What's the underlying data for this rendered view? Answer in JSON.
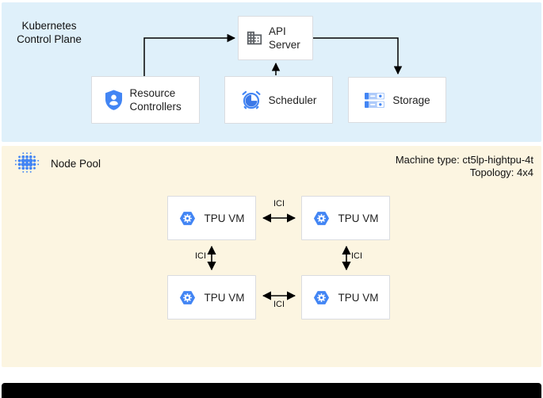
{
  "diagram": {
    "control_plane": {
      "title": "Kubernetes Control Plane",
      "api_server_label": "API Server",
      "resource_controllers_label": "Resource Controllers",
      "scheduler_label": "Scheduler",
      "storage_label": "Storage"
    },
    "node_pool": {
      "title": "Node Pool",
      "machine_type": "Machine type: ct5lp-hightpu-4t",
      "topology": "Topology: 4x4",
      "vms": [
        {
          "label": "TPU VM"
        },
        {
          "label": "TPU VM"
        },
        {
          "label": "TPU VM"
        },
        {
          "label": "TPU VM"
        }
      ],
      "interconnect_labels": [
        "ICI",
        "ICI",
        "ICI",
        "ICI"
      ]
    },
    "colors": {
      "control_plane_bg": "#DFF0FA",
      "node_pool_bg": "#FCF5E1",
      "google_blue": "#4285F4",
      "icon_gray": "#5F6368",
      "light_blue": "#AECBFA",
      "box_border": "#DADCE0",
      "arrow_black": "#000000"
    }
  }
}
